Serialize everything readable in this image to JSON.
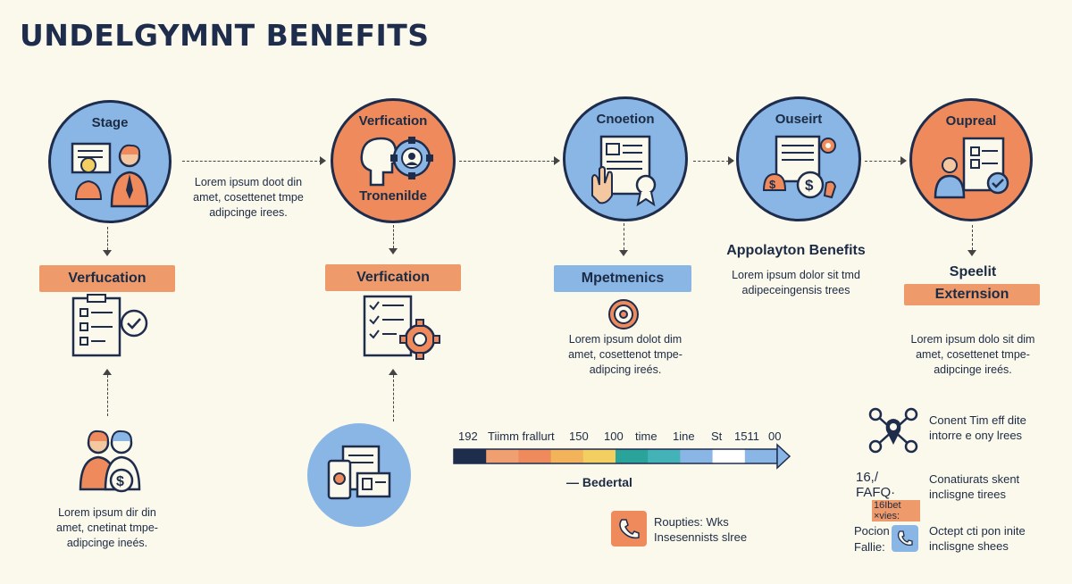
{
  "title": "UNDELGYMNT BENEFITS",
  "stages": [
    {
      "label_top": "Stage",
      "color": "#8ab6e6"
    },
    {
      "label_top": "Verfication",
      "label_bottom": "Tronenilde",
      "color": "#ee8a5b"
    },
    {
      "label_top": "Cnoetion",
      "color": "#8ab6e6"
    },
    {
      "label_top": "Ouseirt",
      "color": "#8ab6e6"
    },
    {
      "label_top": "Oupreal",
      "color": "#ee8a5b"
    }
  ],
  "between_text": [
    "Lorem ipsum doot din",
    "amet, cosettenet tmpe",
    "adipcinge irees."
  ],
  "col1": {
    "box": "Verfucation",
    "bottom_text": [
      "Lorem ipsum dir din",
      "amet, cnetinat tmpe-",
      "adipcinge ineés."
    ]
  },
  "col2": {
    "box": "Verfication"
  },
  "col3": {
    "box": "Mpetmenics",
    "text": [
      "Lorem ipsum dolot dim",
      "amet, cosettenot tmpe-",
      "adipcing ireés."
    ]
  },
  "col4": {
    "heading": "Appolayton Benefits",
    "text": [
      "Lorem ipsum dolor sit tmd",
      "adipeceingensis trees"
    ]
  },
  "col5": {
    "heading": "Speelit",
    "box": "Externsion",
    "text": [
      "Lorem ipsum dolo sit dim",
      "amet, cosettenet tmpe-",
      "adipcinge ireés."
    ]
  },
  "timeline": {
    "labels": [
      "192",
      "Tiimm frallurt",
      "150",
      "100",
      "time",
      "1ine",
      "St",
      "1511",
      "00"
    ],
    "legend": "— Bedertal",
    "colors": [
      "#1f2d4d",
      "#f0a070",
      "#ee8a5b",
      "#f2b35a",
      "#f3cf62",
      "#2aa39a",
      "#43b3b8",
      "#8ab6e6",
      "#ffffff",
      "#8ab6e6"
    ]
  },
  "bottom_feature": {
    "line1": "Roupties: Wks",
    "line2": "Insesennists slree"
  },
  "side_list": [
    {
      "lines": [
        "Conent Tim eff dite",
        "intorre e ony lrees"
      ]
    },
    {
      "tag1": "16,/ FAFQ·",
      "tag2": "16Ibet ×vies:",
      "lines": [
        "Conatiurats skent",
        "inclisgne tirees"
      ]
    },
    {
      "tag1": "Pocion",
      "tag2": "Fallie:",
      "lines": [
        "Octept cti pon inite",
        "inclisgne shees"
      ]
    }
  ]
}
